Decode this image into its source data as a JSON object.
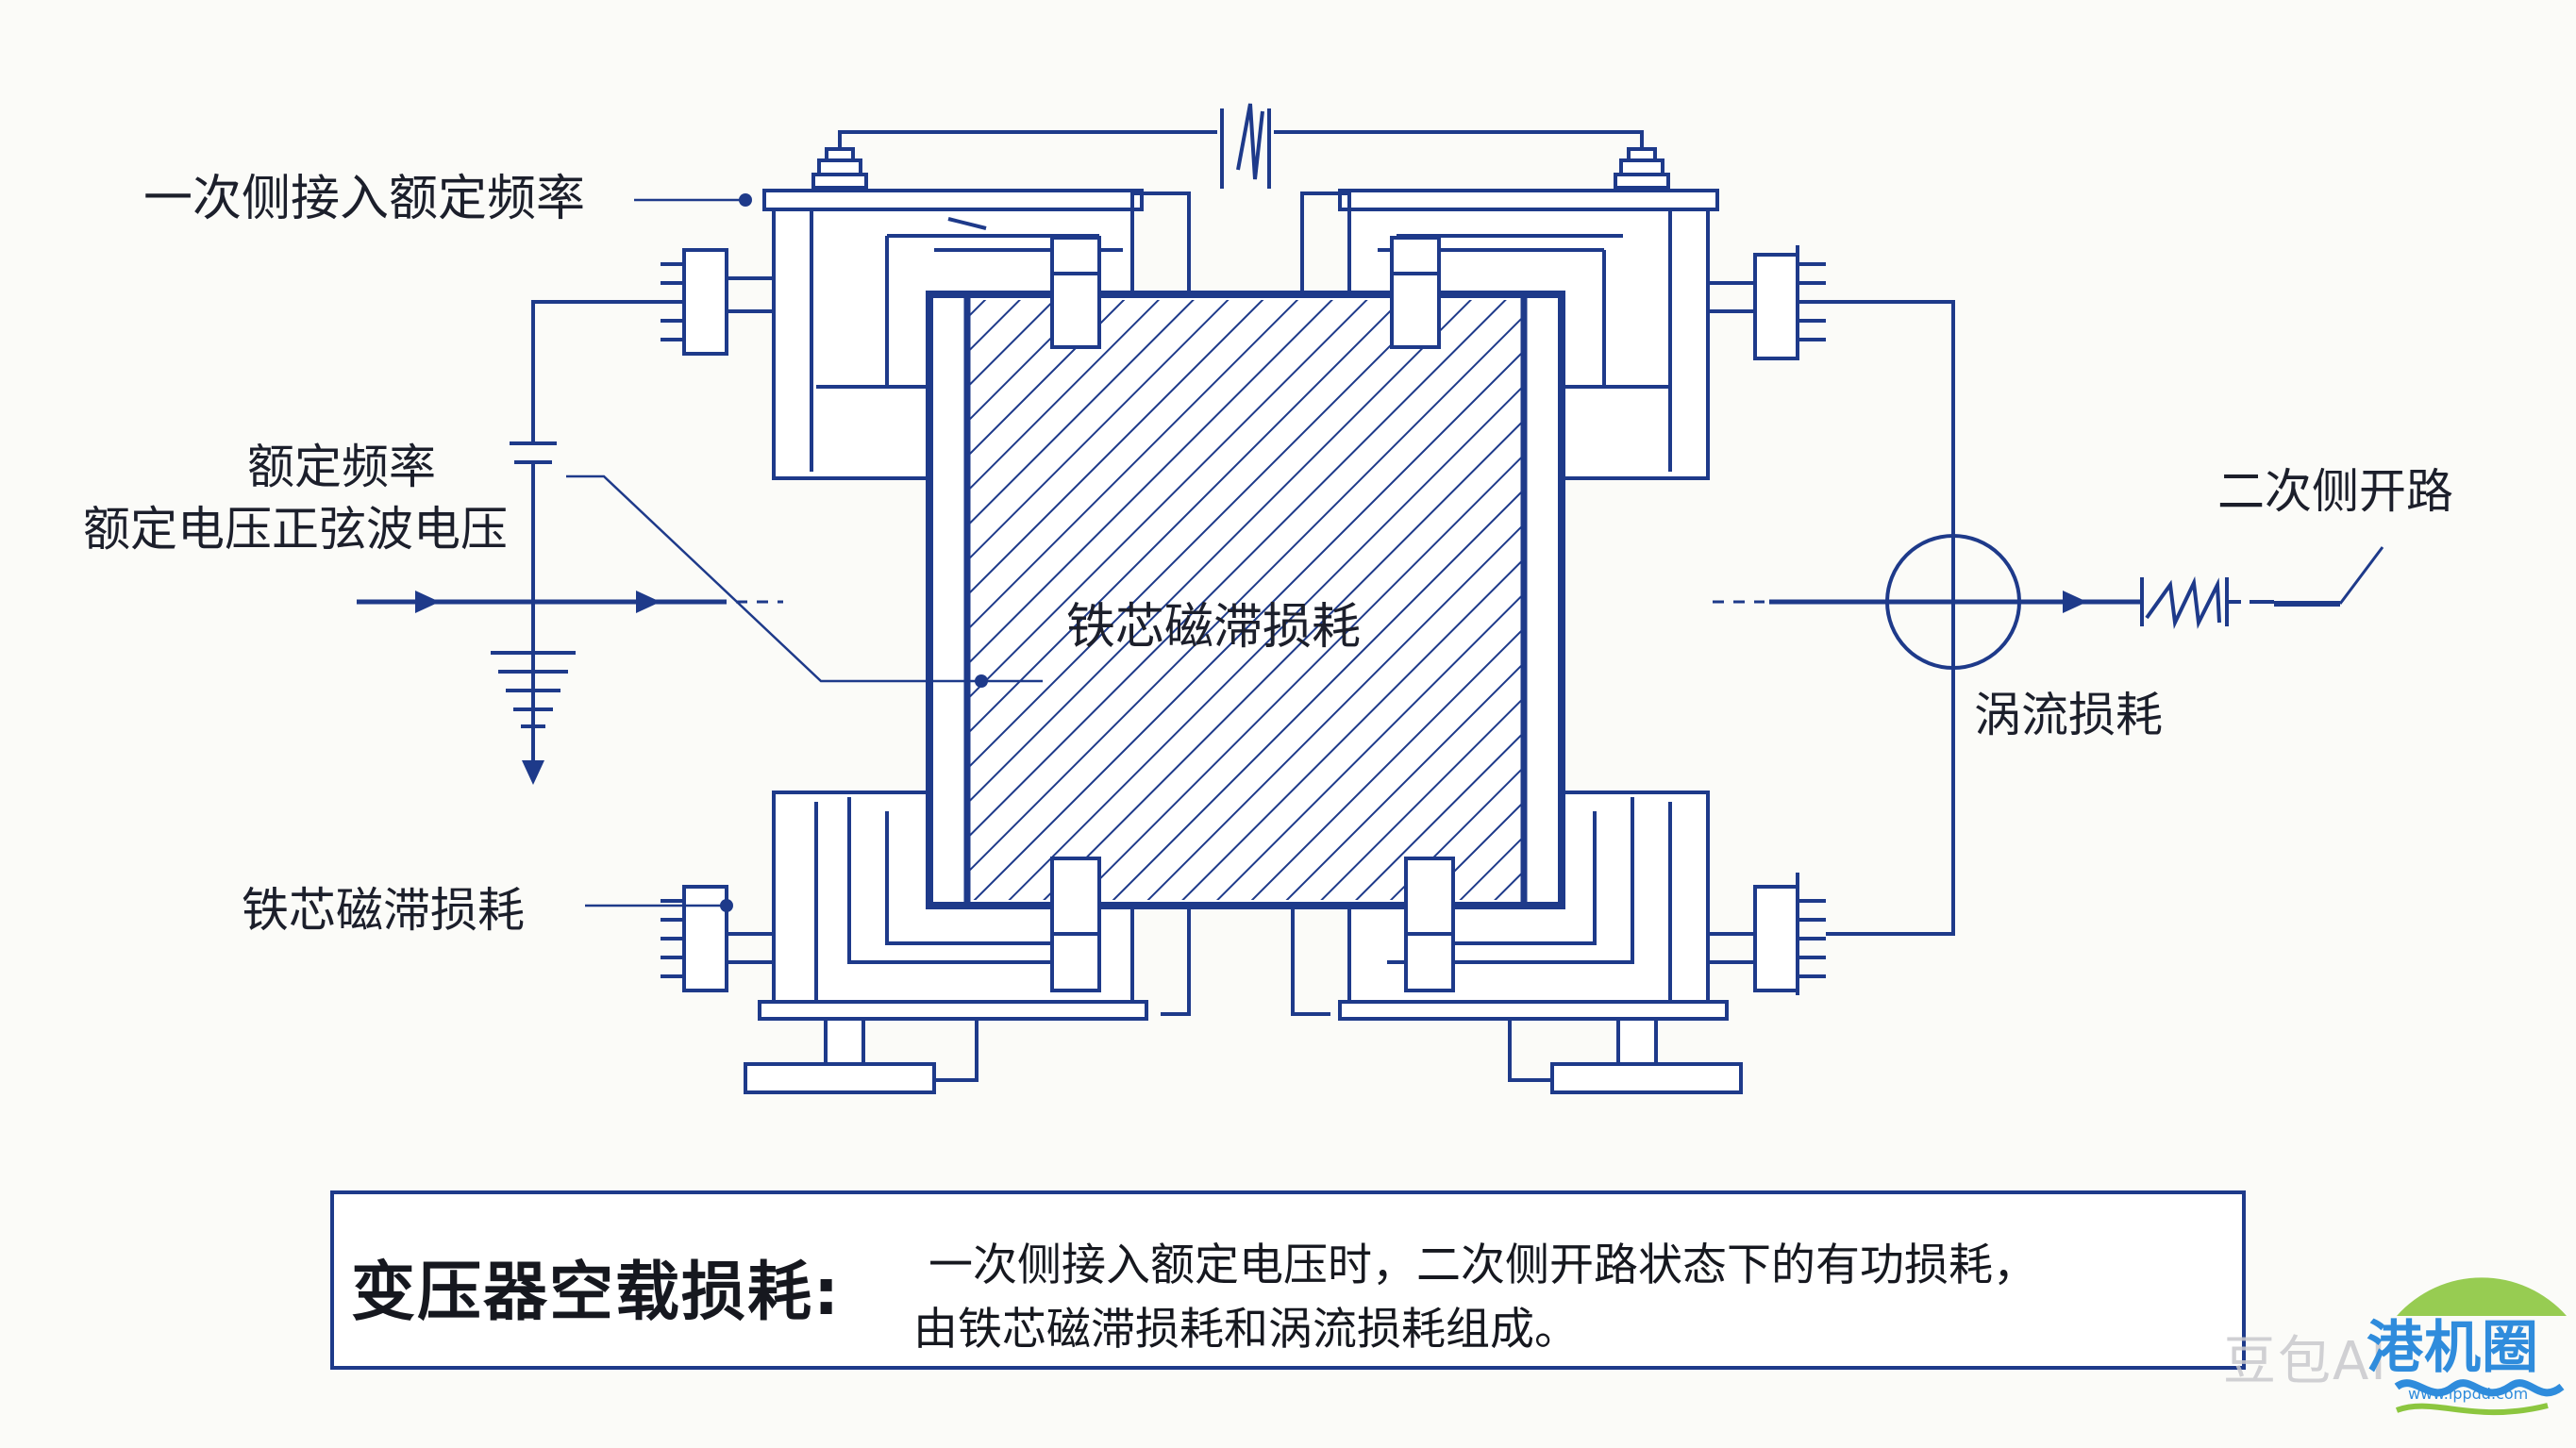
{
  "labels": {
    "primary_freq": "一次侧接入额定频率",
    "rated_freq": "额定频率",
    "rated_voltage": "额定电压正弦波电压",
    "core_loss_center": "铁芯磁滞损耗",
    "core_loss_left": "铁芯磁滞损耗",
    "secondary_open": "二次侧开路",
    "eddy_loss": "涡流损耗"
  },
  "caption": {
    "title": "变压器空载损耗:",
    "line1": "一次侧接入额定电压时，二次侧开路状态下的有功损耗，",
    "line2": "由铁芯磁滞损耗和涡流损耗组成。"
  },
  "watermark": {
    "text": "豆包AI",
    "logo_text": "港机圈",
    "url": "www.ippdd.com"
  },
  "colors": {
    "line": "#1e3a8a",
    "text": "#1c1f2b",
    "hatch": "#1e3a8a",
    "watermark_blue": "#2f8cdc",
    "watermark_green": "#8cc63f"
  }
}
